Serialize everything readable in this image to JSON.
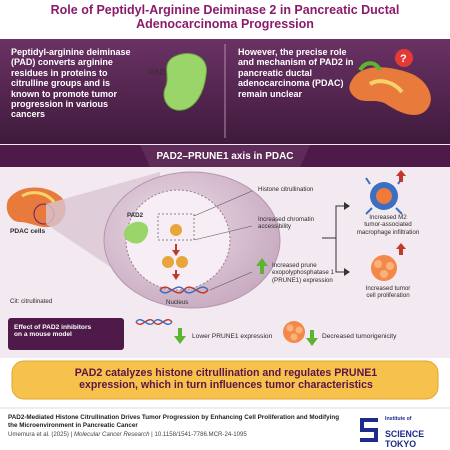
{
  "title_line1": "Role of Peptidyl-Arginine Deiminase 2 in Pancreatic Ductal",
  "title_line2": "Adenocarcinoma Progression",
  "intro_left": "Peptidyl-arginine deiminase (PAD) converts arginine residues in proteins to citrulline groups and is known to promote tumor progression in various cancers",
  "pad_label": "PAD",
  "intro_right": "However, the precise role and mechanism of PAD2 in pancreatic ductal adenocarcinoma (PDAC) remain unclear",
  "question_mark": "?",
  "axis_title": "PAD2–PRUNE1 axis in PDAC",
  "pdac_cells": "PDAC cells",
  "pad2_label": "PAD2",
  "histone_citrullination": "Histone citrullination",
  "increased_chromatin": "Increased chromatin accessibility",
  "increased_prune_line1": "Increased prune",
  "increased_prune_line2": "exopolyphosphatase 1",
  "increased_prune_line3": "(PRUNE1) expression",
  "nucleus": "Nucleus",
  "cit_note": "Cit: citrullinated",
  "m2_line1": "Increased M2",
  "m2_line2": "tumor-associated",
  "m2_line3": "macrophage infiltration",
  "prolif_line1": "Increased tumor",
  "prolif_line2": "cell proliferation",
  "inhibitor_line1": "Effect of PAD2 inhibitors",
  "inhibitor_line2": "on a mouse model",
  "lower_prune1": "Lower PRUNE1 expression",
  "decreased_tumor": "Decreased tumorigenicity",
  "conclusion_line1": "PAD2 catalyzes histone citrullination and regulates PRUNE1",
  "conclusion_line2": "expression, which in turn influences tumor characteristics",
  "footer_title": "PAD2-Mediated Histone Citrullination Drives Tumor Progression by Enhancing Cell Proliferation and Modifying the Microenvironment in Pancreatic Cancer",
  "footer_authors": "Umemura et al. (2025) | ",
  "footer_journal": "Molecular Cancer Research",
  "footer_doi": " | 10.1158/1541-7786.MCR-24-1095",
  "institute_small": "Institute of",
  "institute_big": "SCIENCE TOKYO",
  "colors": {
    "title": "#8b1a6b",
    "purple_dark": "#4e1a4a",
    "purple_panel": "#5e2a58",
    "green_arrow": "#5cb531",
    "red_arrow": "#c0392b",
    "conclusion_fill": "#f6c24b",
    "logo_blue": "#1c2b8c"
  }
}
